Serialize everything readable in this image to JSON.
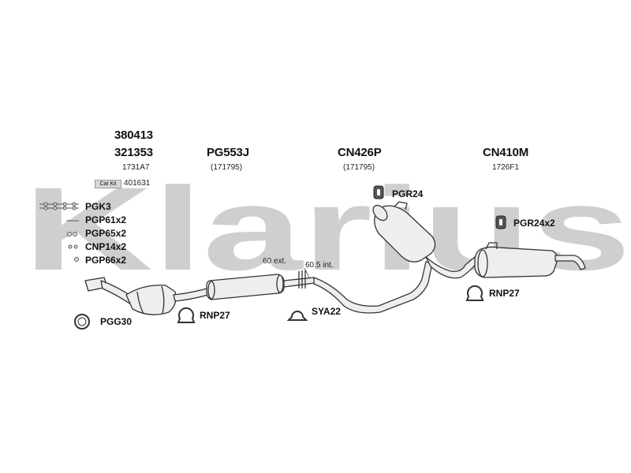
{
  "watermark": "Klarius",
  "parts": {
    "catalyst": {
      "top": "380413",
      "main": "321353",
      "ref": "1731A7",
      "catkit_label": "Cat Kit",
      "catkit_number": "401631"
    },
    "front": {
      "main": "PG553J",
      "ref": "(171795)"
    },
    "middle": {
      "main": "CN426P",
      "ref": "(171795)"
    },
    "rear": {
      "main": "CN410M",
      "ref": "1726F1"
    }
  },
  "fitting_kit": [
    "PGK3",
    "PGP61x2",
    "PGP65x2",
    "CNP14x2",
    "PGP66x2"
  ],
  "labels": {
    "pgg30": "PGG30",
    "rnp27_a": "RNP27",
    "sya22": "SYA22",
    "pgr24": "PGR24",
    "pgr24x2": "PGR24x2",
    "rnp27_b": "RNP27",
    "ext60": "60 ext.",
    "int60_5": "60.5 int."
  },
  "colors": {
    "watermark": "#cfcfcf",
    "line": "#333333",
    "fill": "#eeeeee"
  }
}
